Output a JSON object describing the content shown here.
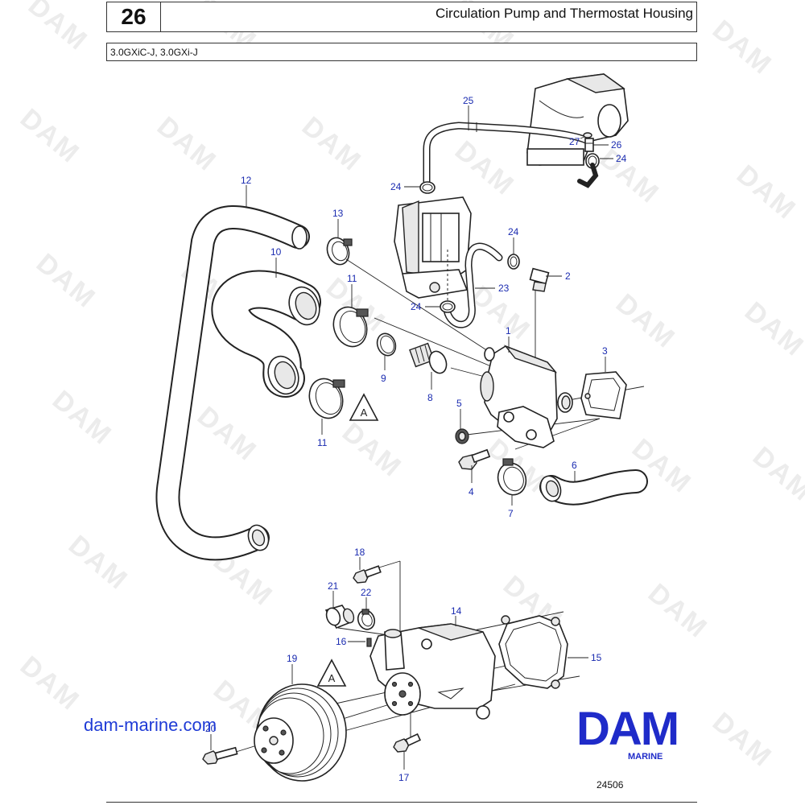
{
  "header": {
    "page_number": "26",
    "title": "Circulation Pump and Thermostat Housing",
    "models": "3.0GXiC-J, 3.0GXi-J"
  },
  "watermark": "DAM",
  "website": "dam-marine.com",
  "logo": {
    "text": "DAM",
    "subtitle": "MARINE",
    "color": "#1f2bc9"
  },
  "diagram_id": "24506",
  "callouts": {
    "c1": "1",
    "c2": "2",
    "c3": "3",
    "c4": "4",
    "c5": "5",
    "c6": "6",
    "c7": "7",
    "c8": "8",
    "c9": "9",
    "c10": "10",
    "c11a": "11",
    "c11b": "11",
    "c12": "12",
    "c13": "13",
    "c14": "14",
    "c15": "15",
    "c16": "16",
    "c17": "17",
    "c18": "18",
    "c19": "19",
    "c20": "20",
    "c21": "21",
    "c22": "22",
    "c23": "23",
    "c24a": "24",
    "c24b": "24",
    "c24c": "24",
    "c24d": "24",
    "c25": "25",
    "c26": "26",
    "c27": "27"
  },
  "reference_marker": "A",
  "label_color": "#1a2bb0"
}
